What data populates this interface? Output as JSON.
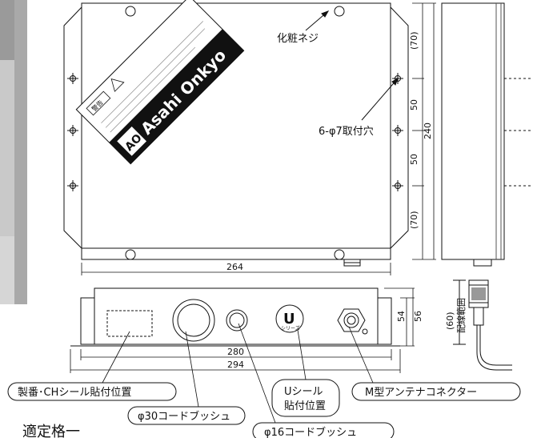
{
  "logo": {
    "brand_mark": "AO",
    "brand_name": "Asahi Onkyo",
    "warning_label": "警告"
  },
  "labels": {
    "decorative_screw": "化粧ネジ",
    "mounting_holes": "6-φ7取付穴",
    "serial_label_position": "製番･CHシール貼付位置",
    "bush_30": "φ30コードブッシュ",
    "bush_16": "φ16コードブッシュ",
    "u_seal_line1": "Uシール",
    "u_seal_line2": "貼付位置",
    "u_mark": "U",
    "u_mark_sub": "シリーズ",
    "antenna_connector": "M型アンテナコネクター",
    "wiring_range": "配線範囲",
    "bottom_heading": "適定格一"
  },
  "dimensions": {
    "top_width": "264",
    "height_total": "240",
    "offset_top": "(70)",
    "offset_bottom": "(70)",
    "pitch_1": "50",
    "pitch_2": "50",
    "inner_width": "280",
    "outer_width": "294",
    "body_height": "54",
    "total_height": "56",
    "wiring_clearance": "(60)"
  }
}
